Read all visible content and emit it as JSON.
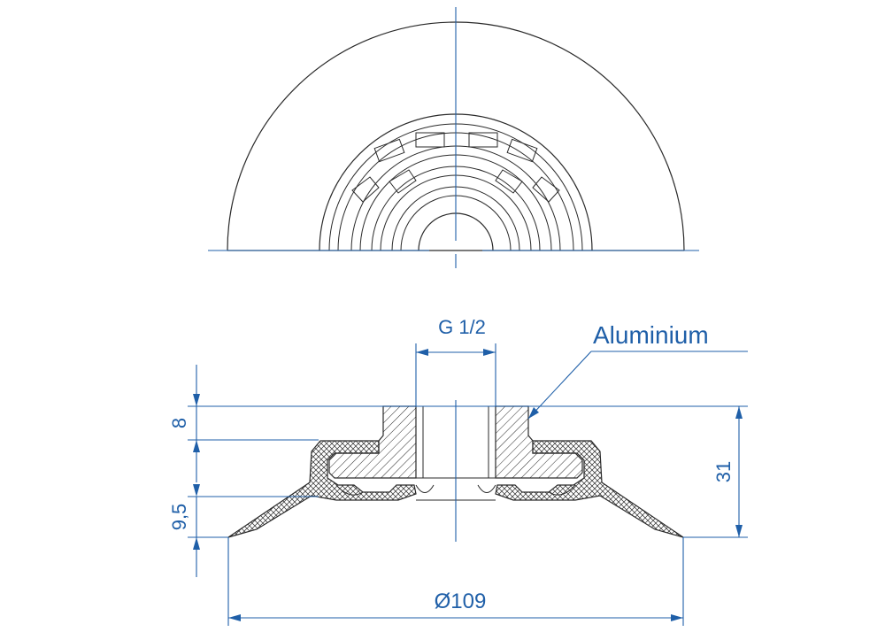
{
  "drawing": {
    "thread_label": "G 1/2",
    "material_label": "Aluminium",
    "dim_height_top": "8",
    "dim_height_lower": "9,5",
    "dim_total_height": "31",
    "dim_diameter": "Ø109"
  },
  "colors": {
    "dimension_lines": "#1f5fa8",
    "outline": "#2a2a2a",
    "background": "#ffffff"
  }
}
